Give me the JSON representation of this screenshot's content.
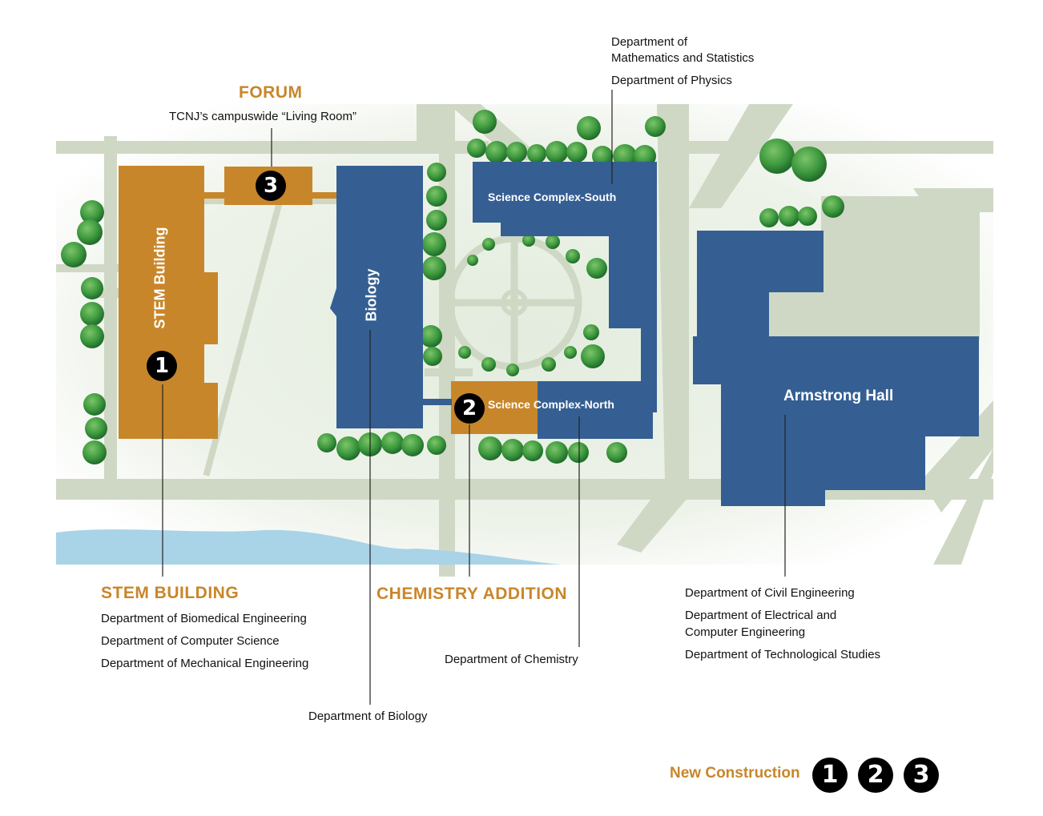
{
  "forum": {
    "title": "FORUM",
    "subtitle": "TCNJ’s campuswide “Living Room”",
    "badge": "3"
  },
  "buildings": {
    "stem": "STEM Building",
    "biology": "Biology",
    "sci_south": "Science Complex-South",
    "sci_north": "Science Complex-North",
    "armstrong": "Armstrong Hall"
  },
  "badges": {
    "one": "1",
    "two": "2",
    "three": "3"
  },
  "top_right": {
    "line1": "Department of",
    "line2": "Mathematics and Statistics",
    "line3": "Department of Physics"
  },
  "stem_section": {
    "title": "STEM BUILDING",
    "items": [
      "Department of Biomedical Engineering",
      "Department of Computer Science",
      "Department of Mechanical Engineering"
    ]
  },
  "biology_dept": "Department of Biology",
  "chemistry_section": {
    "title": "CHEMISTRY ADDITION",
    "item": "Department of Chemistry"
  },
  "armstrong_section": {
    "items": [
      "Department of Civil Engineering",
      "Department of Electrical and",
      "Computer Engineering",
      "Department of Technological Studies"
    ]
  },
  "legend": {
    "label": "New Construction",
    "badges": [
      "1",
      "2",
      "3"
    ]
  },
  "colors": {
    "orange": "#c8862a",
    "blue": "#355f93",
    "path": "#cfd8c4",
    "water": "#a9d3e6",
    "tree": "#3f9a3f"
  }
}
